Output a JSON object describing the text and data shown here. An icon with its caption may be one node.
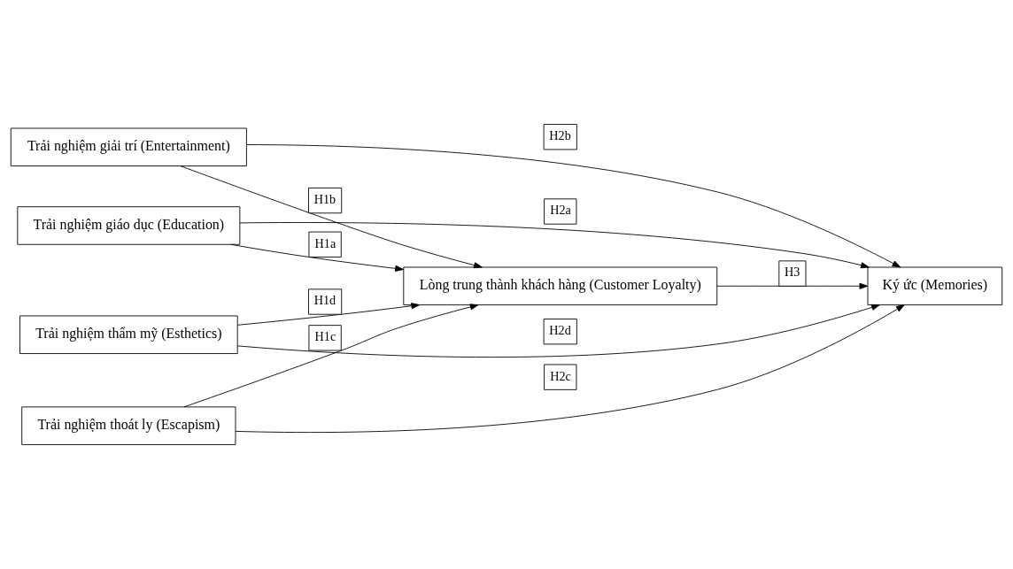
{
  "diagram": {
    "nodes": [
      {
        "text": [
          "Trải nghiệm giáo dục (Education)"
        ]
      },
      {
        "text": [
          "Trải nghiệm giải trí (Entertainment)"
        ]
      },
      {
        "text": [
          "Trải nghiệm thoát ly (Escapism)"
        ]
      },
      {
        "text": [
          "Trải nghiệm thẩm mỹ (Esthetics)"
        ]
      },
      {
        "text": [
          "Lòng trung thành khách hàng (Customer Loyalty)"
        ]
      },
      {
        "text": [
          "Ký ức (Memories)"
        ]
      }
    ],
    "edges": [
      {
        "from": 0,
        "to": 4,
        "arrow": "to",
        "label": "H1a"
      },
      {
        "from": 1,
        "to": 4,
        "arrow": "to",
        "label": "H1b"
      },
      {
        "from": 2,
        "to": 4,
        "arrow": "to",
        "label": "H1c"
      },
      {
        "from": 3,
        "to": 4,
        "arrow": "to",
        "label": "H1d"
      },
      {
        "from": 0,
        "to": 5,
        "arrow": "to",
        "label": "H2a"
      },
      {
        "from": 1,
        "to": 5,
        "arrow": "to",
        "label": "H2b"
      },
      {
        "from": 2,
        "to": 5,
        "arrow": "to",
        "label": "H2c"
      },
      {
        "from": 3,
        "to": 5,
        "arrow": "to",
        "label": "H2d"
      },
      {
        "from": 4,
        "to": 5,
        "arrow": "to",
        "label": "H3"
      }
    ]
  }
}
